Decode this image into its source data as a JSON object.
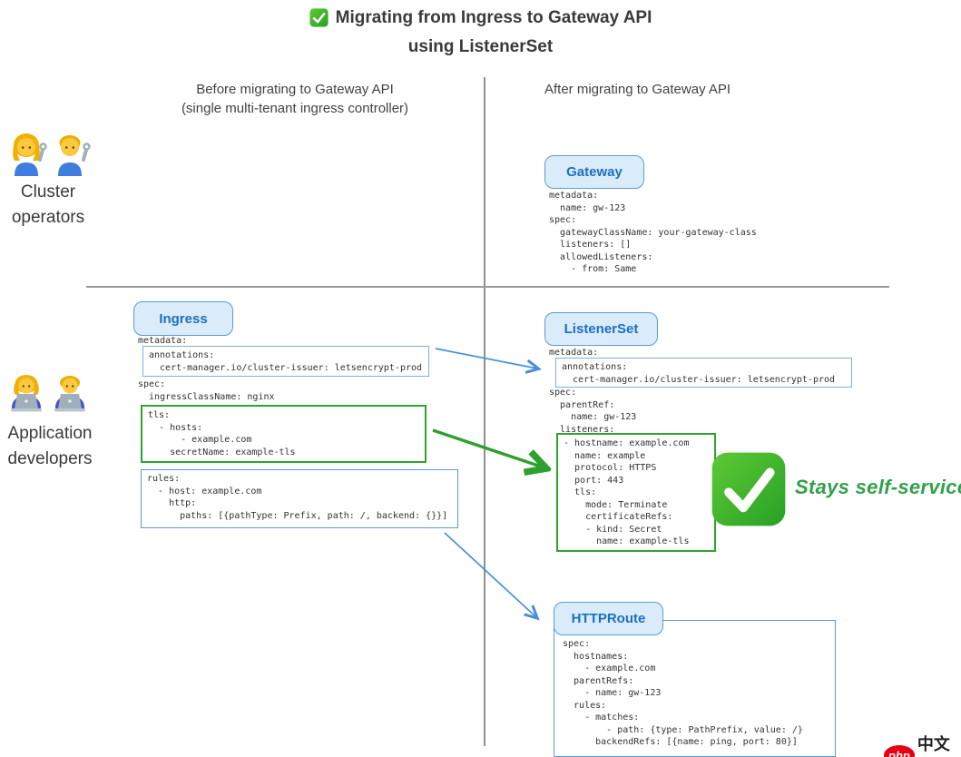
{
  "title": {
    "line1": "Migrating from Ingress to Gateway API",
    "line2": "using ListenerSet"
  },
  "headers": {
    "before_line1": "Before migrating to Gateway API",
    "before_line2": "(single multi-tenant ingress controller)",
    "after": "After migrating to Gateway API"
  },
  "actors": {
    "cluster_operators": {
      "line1": "Cluster",
      "line2": "operators"
    },
    "application_developers": {
      "line1": "Application",
      "line2": "developers"
    }
  },
  "resources": {
    "gateway": {
      "label": "Gateway",
      "code": "metadata:\n  name: gw-123\nspec:\n  gatewayClassName: your-gateway-class\n  listeners: []\n  allowedListeners:\n    - from: Same"
    },
    "ingress": {
      "label": "Ingress",
      "code_metadata": "metadata:",
      "code_annotations": "annotations:\n  cert-manager.io/cluster-issuer: letsencrypt-prod",
      "code_spec": "spec:\n  ingressClassName: nginx",
      "code_tls": "tls:\n  - hosts:\n      - example.com\n    secretName: example-tls",
      "code_rules": "rules:\n  - host: example.com\n    http:\n      paths: [{pathType: Prefix, path: /, backend: {}}]"
    },
    "listenerset": {
      "label": "ListenerSet",
      "code_metadata": "metadata:",
      "code_annotations": "annotations:\n  cert-manager.io/cluster-issuer: letsencrypt-prod",
      "code_spec": "spec:\n  parentRef:\n    name: gw-123\n  listeners:",
      "code_listeners": "- hostname: example.com\n  name: example\n  protocol: HTTPS\n  port: 443\n  tls:\n    mode: Terminate\n    certificateRefs:\n    - kind: Secret\n      name: example-tls"
    },
    "httproute": {
      "label": "HTTPRoute",
      "code": "spec:\n  hostnames:\n    - example.com\n  parentRefs:\n    - name: gw-123\n  rules:\n    - matches:\n        - path: {type: PathPrefix, value: /}\n      backendRefs: [{name: ping, port: 80}]"
    }
  },
  "notes": {
    "stays_self_service": "Stays self-service"
  },
  "watermark": {
    "badge": "php",
    "text": "中文网"
  },
  "colors": {
    "pill_border": "#5b9bd5",
    "pill_fill": "#daecfa",
    "pill_text": "#1d6fc0",
    "green_box": "#2fa32f",
    "blue_arrow": "#4a90d9",
    "green_arrow": "#2da02d",
    "note_green": "#33a04a",
    "watermark_red": "#e60012"
  }
}
